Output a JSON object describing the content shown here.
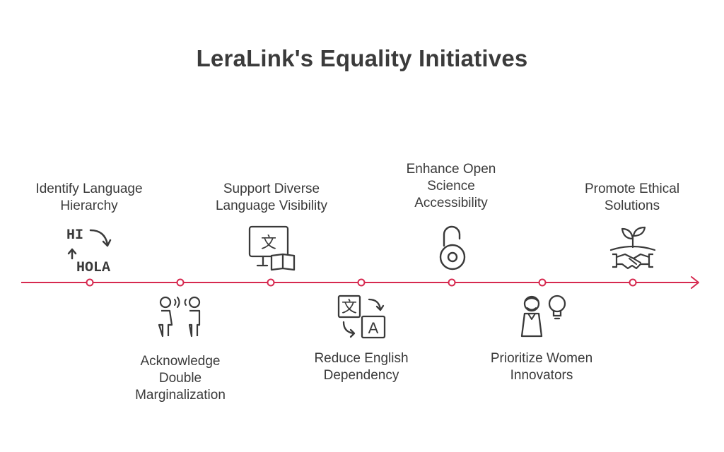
{
  "title": "LeraLink's Equality Initiatives",
  "colors": {
    "timeline": "#d6294f",
    "icon_stroke": "#3a3a3a",
    "text": "#3a3a3a"
  },
  "milestones": [
    {
      "id": "identify",
      "side": "top",
      "label": "Identify Language Hierarchy",
      "icon": "language-swap-icon",
      "icon_text": {
        "top": "HI",
        "bottom": "HOLA"
      }
    },
    {
      "id": "acknowledge",
      "side": "bottom",
      "label": "Acknowledge Double Marginalization",
      "icon": "people-speaking-icon"
    },
    {
      "id": "support",
      "side": "top",
      "label": "Support Diverse Language Visibility",
      "icon": "monitor-translate-book-icon",
      "icon_text": {
        "glyph": "文"
      }
    },
    {
      "id": "reduce",
      "side": "bottom",
      "label": "Reduce English Dependency",
      "icon": "translate-icon",
      "icon_text": {
        "glyph": "文",
        "letter": "A"
      }
    },
    {
      "id": "enhance",
      "side": "top",
      "label": "Enhance Open Science Accessibility",
      "icon": "open-lock-icon"
    },
    {
      "id": "prioritize",
      "side": "bottom",
      "label": "Prioritize Women Innovators",
      "icon": "woman-idea-icon"
    },
    {
      "id": "promote",
      "side": "top",
      "label": "Promote Ethical Solutions",
      "icon": "handshake-plant-icon"
    }
  ]
}
